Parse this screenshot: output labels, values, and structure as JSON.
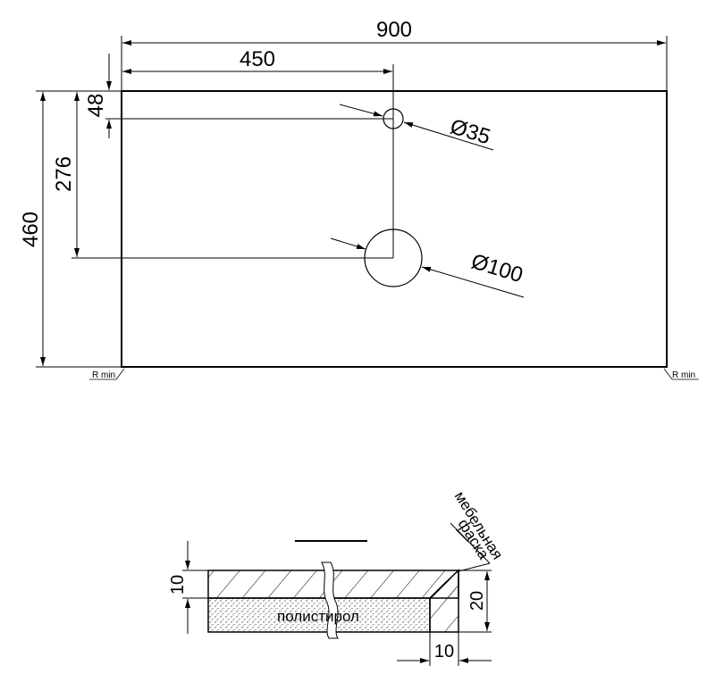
{
  "plan_view": {
    "width_dim": "900",
    "center_dim": "450",
    "top_offset_dim": "48",
    "drain_offset_dim": "276",
    "depth_dim": "460",
    "tap_hole_dim": "Ø35",
    "drain_hole_dim": "Ø100",
    "corner_left": "R min",
    "corner_right": "R min"
  },
  "section_view": {
    "top_thickness_dim": "10",
    "edge_height_dim": "20",
    "edge_width_dim": "10",
    "core_label": "полистирол",
    "chamfer_label_1": "мебельная",
    "chamfer_label_2": "фаска"
  }
}
